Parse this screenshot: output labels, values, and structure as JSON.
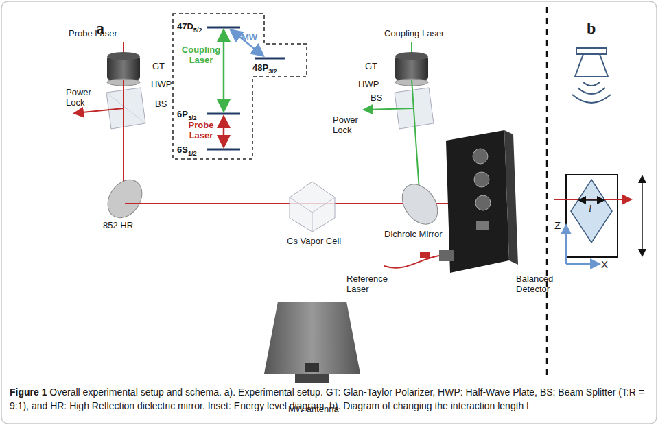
{
  "diagram": {
    "caption": "Figure 1 Overall experimental setup and schema. a). Experimental setup. GT: Glan-Taylor Polarizer, HWP: Half-Wave Plate, BS: Beam Splitter (T:R = 9:1), and HR: High Reflection dielectric mirror. Inset: Energy level diagram. b). Diagram of changing the interaction length l",
    "labels": [
      "a",
      "47D5/2",
      "MW",
      "48P3/2",
      "Coupling Laser",
      "6P3/2",
      "Probe Laser",
      "6S1/2",
      "Probe Laser",
      "GT",
      "HWP",
      "BS",
      "Power Lock",
      "852 HR",
      "Cs Vapor Cell",
      "Coupling Laser",
      "GT",
      "HWP",
      "BS",
      "Power Lock",
      "Dichroic Mirror",
      "Balanced Detector",
      "Reference Laser",
      "MW antenna",
      "b",
      "Z",
      "X",
      "l"
    ]
  }
}
